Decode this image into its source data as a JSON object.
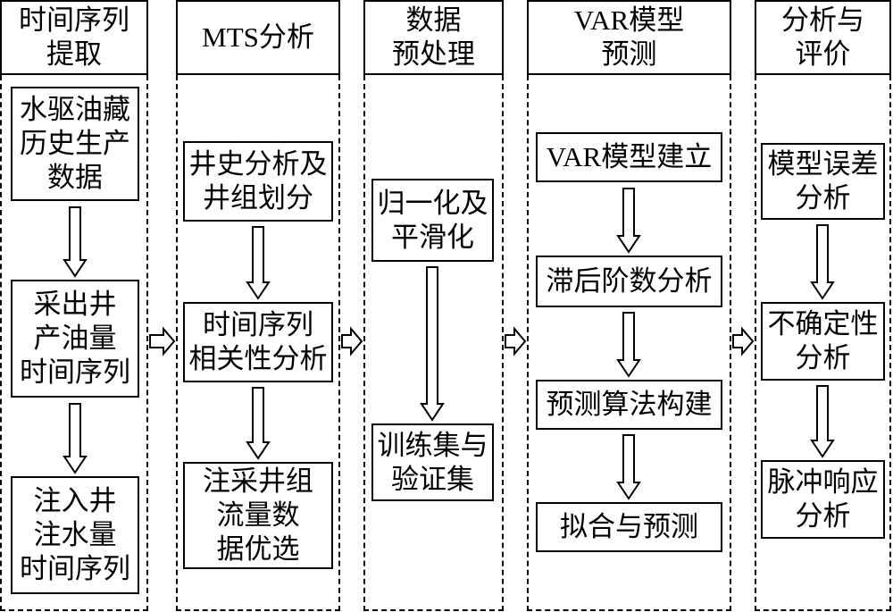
{
  "columns": [
    {
      "header": "时间序列\n提取",
      "steps": [
        "水驱油藏\n历史生产\n数据",
        "采出井\n产油量\n时间序列",
        "注入井\n注水量\n时间序列"
      ]
    },
    {
      "header": "MTS分析",
      "steps": [
        "井史分析及\n井组划分",
        "时间序列\n相关性分析",
        "注采井组\n流量数\n据优选"
      ]
    },
    {
      "header": "数据\n预处理",
      "steps": [
        "归一化及\n平滑化",
        "训练集与\n验证集"
      ]
    },
    {
      "header": "VAR模型\n预测",
      "steps": [
        "VAR模型建立",
        "滞后阶数分析",
        "预测算法构建",
        "拟合与预测"
      ]
    },
    {
      "header": "分析与\n评价",
      "steps": [
        "模型误差\n分析",
        "不确定性\n分析",
        "脉冲响应\n分析"
      ]
    }
  ]
}
